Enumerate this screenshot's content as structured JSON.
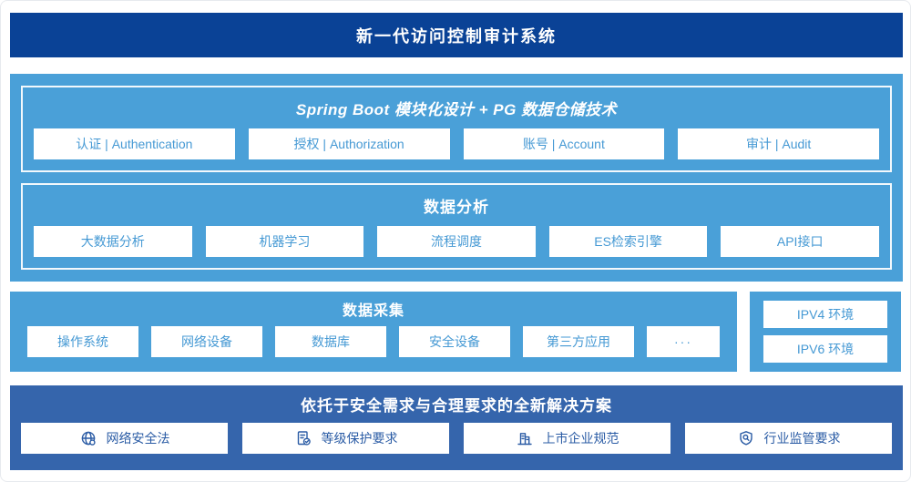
{
  "banner": {
    "title": "新一代访问控制审计系统"
  },
  "platform": {
    "modules": {
      "title": "Spring Boot 模块化设计 + PG 数据仓储技术",
      "items": [
        "认证 | Authentication",
        "授权 | Authorization",
        "账号 | Account",
        "审计 | Audit"
      ]
    },
    "analysis": {
      "title": "数据分析",
      "items": [
        "大数据分析",
        "机器学习",
        "流程调度",
        "ES检索引擎",
        "API接口"
      ]
    }
  },
  "collection": {
    "title": "数据采集",
    "items": [
      "操作系统",
      "网络设备",
      "数据库",
      "安全设备",
      "第三方应用",
      "···"
    ]
  },
  "environments": {
    "items": [
      "IPV4 环境",
      "IPV6 环境"
    ]
  },
  "solution": {
    "title": "依托于安全需求与合理要求的全新解决方案",
    "items": [
      {
        "icon": "globe-icon",
        "label": "网络安全法"
      },
      {
        "icon": "document-check-icon",
        "label": "等级保护要求"
      },
      {
        "icon": "building-icon",
        "label": "上市企业规范"
      },
      {
        "icon": "shield-search-icon",
        "label": "行业监管要求"
      }
    ]
  },
  "colors": {
    "banner_bg": "#0a4296",
    "platform_bg": "#4aa0d8",
    "solution_bg": "#3565ac",
    "box_text_blue": "#4599d4",
    "solution_text_blue": "#2b5ca5",
    "inner_border": "#f2f8fc"
  }
}
